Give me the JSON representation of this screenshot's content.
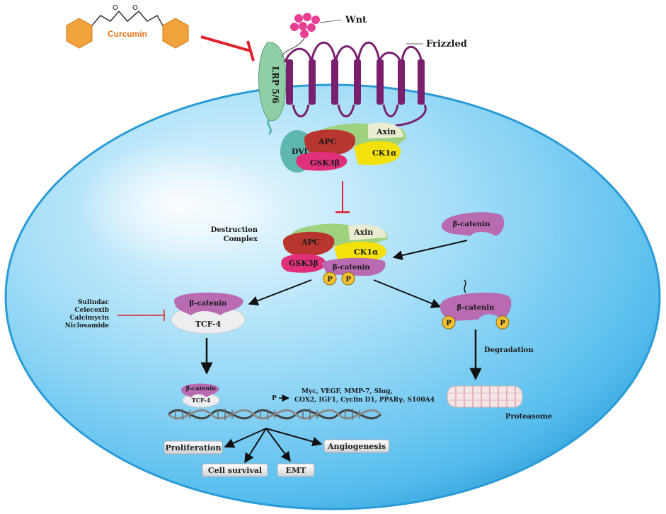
{
  "drug": {
    "name": "Curcumin"
  },
  "receptor": {
    "ligand": "Wnt",
    "receptor": "Frizzled",
    "coreceptor": "LRP 5/6"
  },
  "membrane_complex": {
    "dvl": "DVl",
    "apc": "APC",
    "axin": "Axin",
    "gsk": "GSK3β",
    "ck": "CK1α"
  },
  "destruction": {
    "title_line1": "Destruction",
    "title_line2": "Complex",
    "apc": "APC",
    "axin": "Axin",
    "gsk": "GSK3β",
    "ck": "CK1α",
    "beta": "β-catenin",
    "p1": "P",
    "p2": "P"
  },
  "free_beta": "β-catenin",
  "inhibitors": {
    "items": [
      "Sulindac",
      "Celecoxib",
      "Calcimycin",
      "Niclosamide"
    ]
  },
  "tcf_complex": {
    "beta": "β-catenin",
    "tcf": "TCF-4"
  },
  "phospho_beta": {
    "label": "β-catenin",
    "p1": "P",
    "p2": "P"
  },
  "degradation": {
    "label": "Degradation",
    "proteasome": "Proteasome"
  },
  "nucleus": {
    "beta": "β-catenin",
    "tcf": "TCF-4",
    "p_mark": "P"
  },
  "targets": {
    "line1": "Myc, VEGF, MMP-7, Slug,",
    "line2": "COX2, IGF1, Cyclin D1, PPARγ, S100A4"
  },
  "outcomes": {
    "proliferation": "Proliferation",
    "angiogenesis": "Angiogenesis",
    "survival": "Cell survival",
    "emt": "EMT"
  },
  "colors": {
    "cell_edge": "#3aa7e6",
    "cell_fill": "#bfe8fb",
    "receptor": "#7a1f6e",
    "inhibit": "#e0202a",
    "apc": "#b8362f",
    "axin": "#e9ecd0",
    "gsk": "#e0307a",
    "ck": "#f2e10a",
    "dvl": "#5fb7b1",
    "beta": "#b86bb0"
  }
}
